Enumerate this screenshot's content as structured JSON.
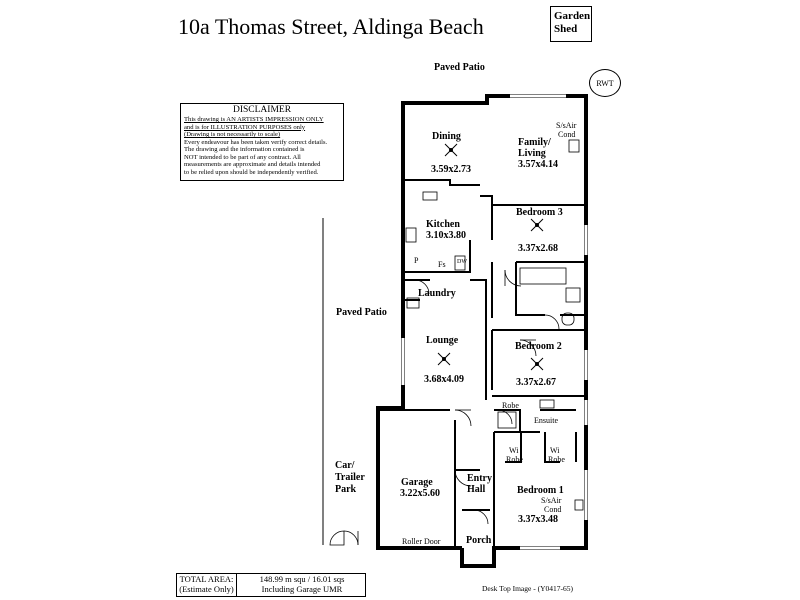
{
  "title": "10a Thomas Street, Aldinga Beach",
  "garden_shed": [
    "Garden",
    "Shed"
  ],
  "rwt": "RWT",
  "paved_patio_top": "Paved Patio",
  "paved_patio_side": "Paved Patio",
  "car_park": [
    "Car/",
    "Trailer",
    "Park"
  ],
  "disclaimer": {
    "heading": "DISCLAIMER",
    "line1": "This drawing is AN ARTISTS IMPRESSION ONLY",
    "line2": "and is for ILLUSTRATION PURPOSES only",
    "line3": "(Drawing is not necessarily to scale)",
    "line4": "Every endeavour has been taken verify correct details.",
    "line5": "The drawing and the information contained is",
    "line6": "NOT intended to be part of any contract.  All",
    "line7": "measurements are approximate and details intended",
    "line8": "to be relied upon should be independently verified."
  },
  "rooms": {
    "dining": {
      "name": "Dining",
      "size": "3.59x2.73"
    },
    "family": {
      "name1": "Family/",
      "name2": "Living",
      "size": "3.57x4.14"
    },
    "kitchen": {
      "name": "Kitchen",
      "size": "3.10x3.80"
    },
    "bedroom3": {
      "name": "Bedroom 3",
      "size": "3.37x2.68"
    },
    "laundry": {
      "name": "Laundry"
    },
    "lounge": {
      "name": "Lounge",
      "size": "3.68x4.09"
    },
    "bedroom2": {
      "name": "Bedroom 2",
      "size": "3.37x2.67"
    },
    "garage": {
      "name": "Garage",
      "size": "3.22x5.60",
      "door": "Roller Door"
    },
    "entry": {
      "name1": "Entry",
      "name2": "Hall"
    },
    "porch": {
      "name": "Porch"
    },
    "bedroom1": {
      "name": "Bedroom 1",
      "size": "3.37x3.48"
    },
    "ensuite": {
      "name": "Ensuite"
    },
    "robe": {
      "name": "Robe"
    },
    "wi_robe": {
      "name1": "Wi",
      "name2": "Robe"
    }
  },
  "fixtures": {
    "aircon_top": [
      "S/sAir",
      "Cond"
    ],
    "aircon_bed1": [
      "S/sAir",
      "Cond"
    ],
    "pantry": "P",
    "fridge": "Fs",
    "dw": "DW"
  },
  "total_area": {
    "label1": "TOTAL AREA:",
    "label2": "(Estimate Only)",
    "value1": "148.99 m squ /  16.01 sqs",
    "value2": "Including Garage UMR"
  },
  "footer": "Desk Top Image - (Y0417-65)"
}
